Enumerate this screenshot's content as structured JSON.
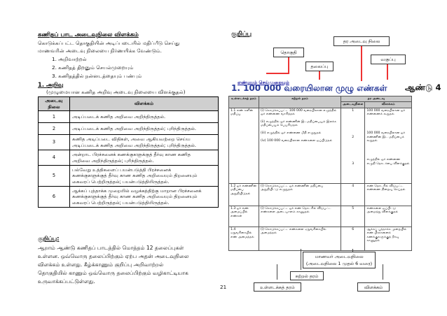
{
  "left": {
    "title": "கணிதப் பாட அடைவுநிலை விளக்கம்",
    "intro_line1": "கொடுக்கப்பட்ட தொகுதியின் அடிப்படையில் மதிப்பீடு செய்து",
    "intro_line2": "மாணவரின் அடைவு நிலையை நிர்ணயிக்க வேண்டும்.",
    "list": [
      "1.  அறிவாற்றல்",
      "2.  கணிதத் திறனும் செயல்முறையும்",
      "3.  கணிதத்தில் நன்னடத்தையும் பண்பும்"
    ],
    "knowledge_heading": "1. அறிவு",
    "knowledge_sub": "(முழுமையான கணித அறிவு அடைவு நிலையை விளக்குதல்)",
    "table": {
      "head_level": "அடைவு நிலை",
      "head_desc": "விளக்கம்",
      "rows": [
        {
          "n": "1",
          "d1": "அடிப்படைக் கணித அறிவை அறிந்திருத்தல்.",
          "d2": ""
        },
        {
          "n": "2",
          "d1": "அடிப்படைக் கணித அறிவை அறிந்திருத்தல்; புரிந்திருத்தல்.",
          "d2": ""
        },
        {
          "n": "3",
          "d1": "கணித அடிப்படை விதிகள், அவை ஆகியவற்றை செய்ய",
          "d2": "அடிப்படைக் கணித அறிவை அறிந்திருத்தல்; புரிந்திருத்தல்."
        },
        {
          "n": "4",
          "d1": "அன்றாட பிரச்சனைக் கணக்குகளுக்குத் தீர்வு காண கணித",
          "d2": "அறிவை அறிந்திருத்தல்; புரிந்திருத்தல்."
        },
        {
          "n": "5",
          "d1": "பல்வேறு உத்திகளைப் பயன்படுத்தி பிரச்சனைக்",
          "d2": "கணக்குகளுக்குத் தீர்வு காண கணித அறிவையும் திறனையும்",
          "d3": "கைவரப் பெற்றிருத்தல்; பயன்படுத்தியிருத்தல்."
        },
        {
          "n": "6",
          "d1": "ஆக்கப் புத்தாக்க முறையில் வழக்கத்திற்கு மாறான பிரச்சனைக்",
          "d2": "கணக்குகளுக்குத் தீர்வு காண கணித அறிவையும் திறனையும்",
          "d3": "கைவரப் பெற்றிருத்தல்; பயன்படுத்தியிருத்தல்."
        }
      ]
    },
    "note_heading": "குறிப்பு:",
    "note_lines": [
      "ஆறாம் ஆண்டு கணிதப் பாடத்தில் மொத்தம் 12 தலைப்புகள்",
      "உள்ளன. ஒவ்வொரு தலைப்பிற்கும் ஏற்ப அதன் அடைவுநிலை",
      "விளக்கம் உள்ளது. கீழ்க்காணும் குறிப்பு அறிவாற்றல்",
      "தொகுதியில் காணும் ஒவ்வொரு தலைப்பிற்கும் வழிகாட்டியாக",
      "உருவாக்கப்பட்டுள்ளது."
    ]
  },
  "right": {
    "note_heading": "குறிப்பு",
    "boxes": {
      "level_top": "தர அடைவு நிலை",
      "module": "தொகுதி",
      "topic": "தலைப்பு",
      "class": "வகுப்பு",
      "student_level_1": "மாணவர் அடைவுநிலை",
      "student_level_2": "(அடைவுநிலை 1 முதல் 6 வரை)",
      "learning_standard": "கற்றல் தரம்",
      "content_standard": "உள்ளடக்கத் தரம்",
      "explanation": "விளக்கம்"
    },
    "number_system": "எண்ணும் செய்முறையும்",
    "main_title": "1.  100 000 வரையிலான முழு எண்கள்",
    "year": "ஆண்டு 4",
    "table": {
      "h_content": "உள்ளடக்கத் தரம்",
      "h_learning": "கற்றல் தரம்",
      "h_grade": "தர அடைவு",
      "h_level": "அடைவுநிலை",
      "h_desc": "விளக்கம்",
      "content": [
        "1.1   எண் களின் மதிப்பு",
        "1.2   ஓர் எண்ணின் மதிப்பை அறுதியிடுதல்",
        "1.3   ஓர் எண் அமைப்பில் எண்கள்",
        "1.4   ஏறுவரிசையில் எண் அமைத்தல்"
      ],
      "learning": [
        "(i)   கொடுக்கப்பட்ட 100 000 வரையிலான எழுத்தில் ஓர் எண்ணை வாசித்தல்",
        "(ii)  எழுத்தில் ஓர் எண்ணின் இடமதிப்பையும் இலக்க மதிப்பையும் பெயரிடுதல்",
        "(iii) எழுத்தில் ஓர் எண்ணை மீதி எழுதுதல்",
        "(iv)  100 000 வரையிலான எண்களை ஒப்பிடுதல்",
        "(i)   கொடுக்கப்பட்ட ஓர் எண்ணின் மதிப்பை அறுதியிட்டு எழுதுதல்",
        "(i)   கொடுக்கப்பட்ட ஓர் எண் தொடரில் விடுபட்ட எண்களை அடையாளம் காணுதல்",
        "(i)   கொடுக்கப்பட்ட எண்களை ஏறுவரிசையில் அமைத்தல்"
      ],
      "levels": [
        "1",
        "2",
        "3",
        "4",
        "5",
        "6"
      ],
      "level_desc": [
        "100 000 வரையிலான ஓர் எண்ணைக் கூறுதல்",
        "100 000 வரையிலான ஓர் எண்ணின் இட மதிப்பைக் கூறுதல்",
        "எழுத்தில் ஓர் எண்ணை எழுதி தொடர்பை விளக்குதல்",
        "எண் தொடரில் விடுபட்ட எண்ணை நிறைவு செய்தல்",
        "எண்களை ஒப்பிட்டு அமைத்து விளக்குதல்",
        "ஆக்கப் புத்தாக்க முறையில் எண் பிரச்சனைக் கணக்குகளுக்குத் தீர்வு காணுதல்"
      ]
    }
  },
  "page_number": "21"
}
